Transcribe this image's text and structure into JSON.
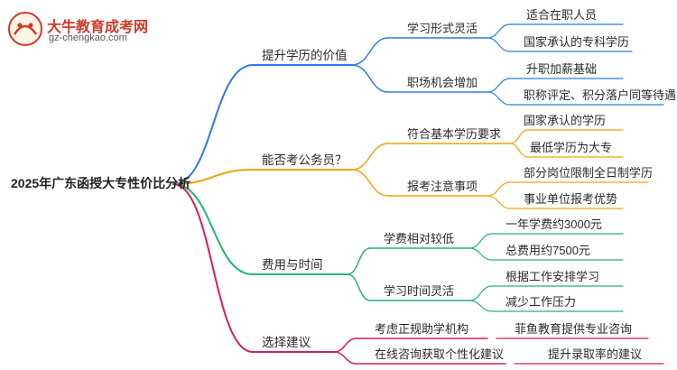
{
  "logo": {
    "site_name": "大牛教育成考网",
    "url": "gz-chengkao.com",
    "badge_text": "大牛"
  },
  "colors": {
    "branch1": "#2c7be5",
    "branch2": "#f0a30a",
    "branch3": "#22b573",
    "branch4": "#d81b60"
  },
  "mindmap": {
    "root": "2025年广东函授大专性价比分析",
    "branches": [
      {
        "label": "提升学历的价值",
        "children": [
          {
            "label": "学习形式灵活",
            "leaves": [
              "适合在职人员",
              "国家承认的专科学历"
            ]
          },
          {
            "label": "职场机会增加",
            "leaves": [
              "升职加薪基础",
              "职称评定、积分落户同等待遇"
            ]
          }
        ]
      },
      {
        "label": "能否考公务员？",
        "children": [
          {
            "label": "符合基本学历要求",
            "leaves": [
              "国家承认的学历",
              "最低学历为大专"
            ]
          },
          {
            "label": "报考注意事项",
            "leaves": [
              "部分岗位限制全日制学历",
              "事业单位报考优势"
            ]
          }
        ]
      },
      {
        "label": "费用与时间",
        "children": [
          {
            "label": "学费相对较低",
            "leaves": [
              "一年学费约3000元",
              "总费用约7500元"
            ]
          },
          {
            "label": "学习时间灵活",
            "leaves": [
              "根据工作安排学习",
              "减少工作压力"
            ]
          }
        ]
      },
      {
        "label": "选择建议",
        "children": [
          {
            "label": "考虑正规助学机构",
            "leaves": [
              "菲鱼教育提供专业咨询"
            ]
          },
          {
            "label": "在线咨询获取个性化建议",
            "leaves": [
              "提升录取率的建议"
            ]
          }
        ]
      }
    ]
  }
}
